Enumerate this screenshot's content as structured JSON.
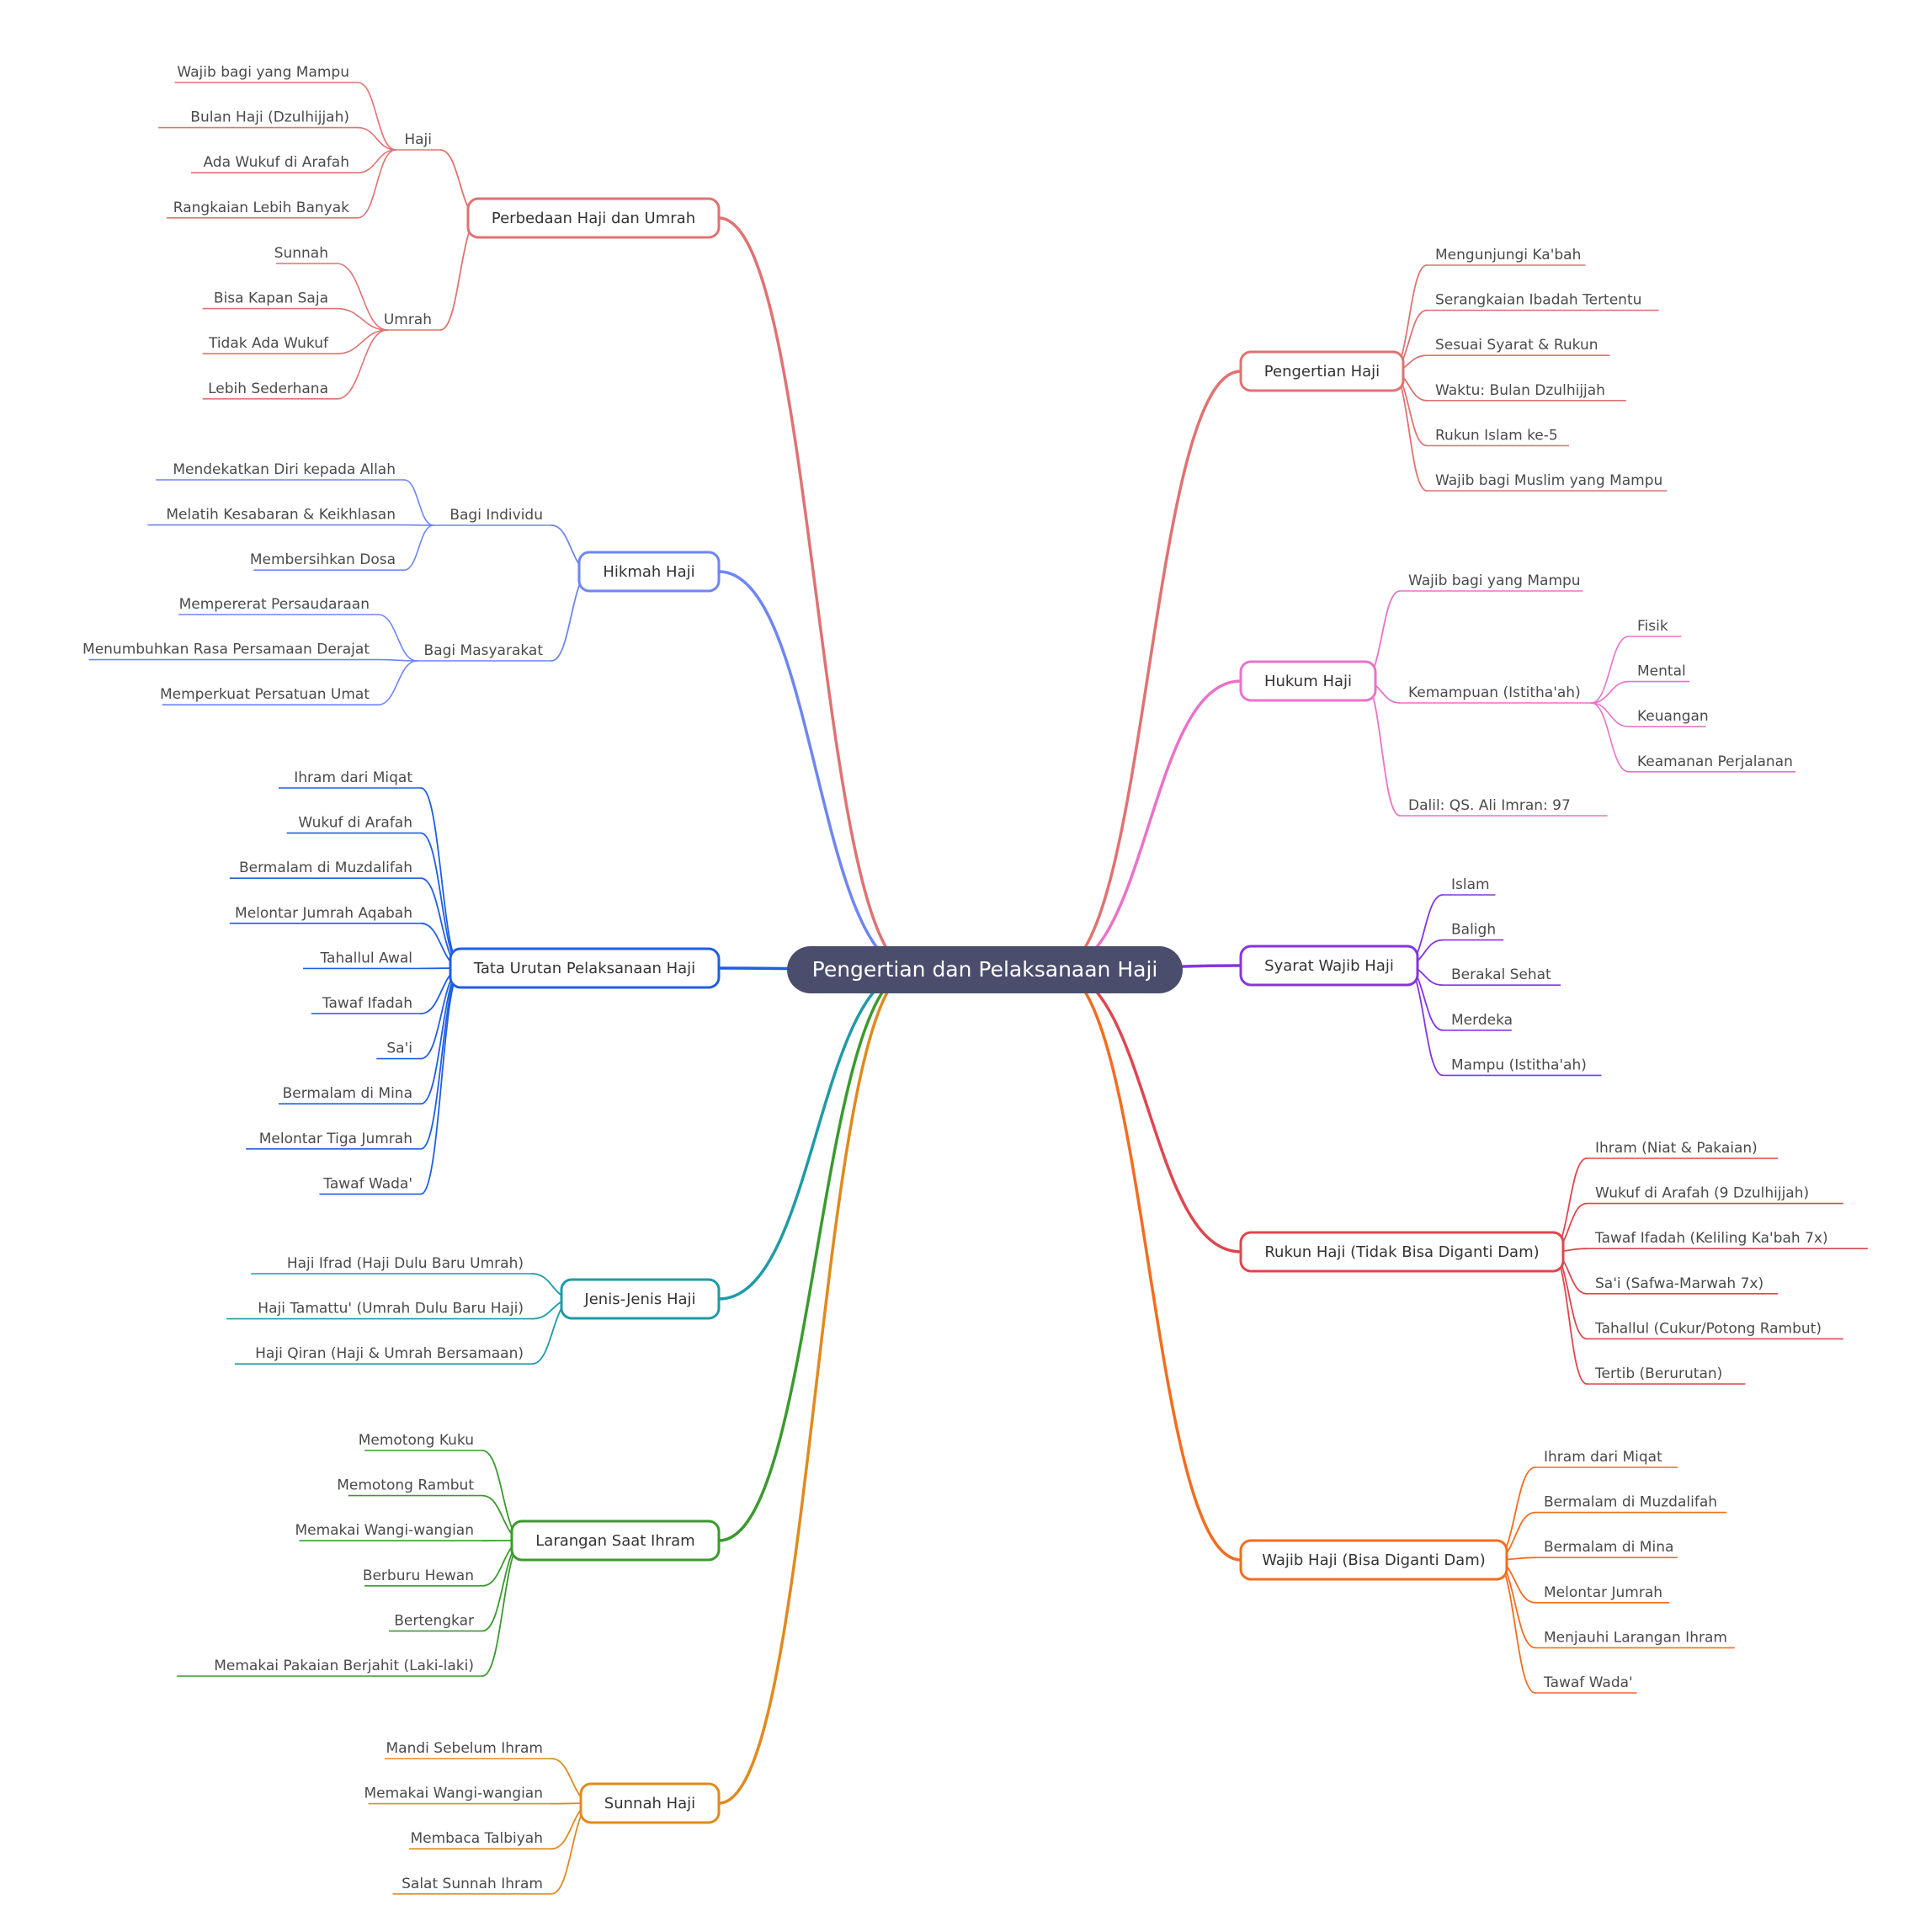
{
  "root": {
    "label": "Pengertian dan Pelaksanaan Haji",
    "color": "#4a4d6b"
  },
  "branches": [
    {
      "label": "Pengertian Haji",
      "color": "#e07272",
      "leaves": [
        "Mengunjungi Ka'bah",
        "Serangkaian Ibadah Tertentu",
        "Sesuai Syarat & Rukun",
        "Waktu: Bulan Dzulhijjah",
        "Rukun Islam ke-5",
        "Wajib bagi Muslim yang Mampu"
      ]
    },
    {
      "label": "Hukum Haji",
      "color": "#ea72c8",
      "leaves": [
        "Wajib bagi yang Mampu",
        {
          "label": "Kemampuan (Istitha'ah)",
          "leaves": [
            "Fisik",
            "Mental",
            "Keuangan",
            "Keamanan Perjalanan"
          ]
        },
        "Dalil: QS. Ali Imran: 97"
      ]
    },
    {
      "label": "Syarat Wajib Haji",
      "color": "#8535e0",
      "leaves": [
        "Islam",
        "Baligh",
        "Berakal Sehat",
        "Merdeka",
        "Mampu (Istitha'ah)"
      ]
    },
    {
      "label": "Rukun Haji (Tidak Bisa Diganti Dam)",
      "color": "#e0454f",
      "leaves": [
        "Ihram (Niat & Pakaian)",
        "Wukuf di Arafah (9 Dzulhijjah)",
        "Tawaf Ifadah (Keliling Ka'bah 7x)",
        "Sa'i (Safwa-Marwah 7x)",
        "Tahallul (Cukur/Potong Rambut)",
        "Tertib (Berurutan)"
      ]
    },
    {
      "label": "Wajib Haji (Bisa Diganti Dam)",
      "color": "#f26d1e",
      "leaves": [
        "Ihram dari Miqat",
        "Bermalam di Muzdalifah",
        "Bermalam di Mina",
        "Melontar Jumrah",
        "Menjauhi Larangan Ihram",
        "Tawaf Wada'"
      ]
    },
    {
      "label": "Perbedaan Haji dan Umrah",
      "color": "#e07272",
      "leaves": [
        {
          "label": "Haji",
          "leaves": [
            "Wajib bagi yang Mampu",
            "Bulan Haji (Dzulhijjah)",
            "Ada Wukuf di Arafah",
            "Rangkaian Lebih Banyak"
          ]
        },
        {
          "label": "Umrah",
          "leaves": [
            "Sunnah",
            "Bisa Kapan Saja",
            "Tidak Ada Wukuf",
            "Lebih Sederhana"
          ]
        }
      ]
    },
    {
      "label": "Hikmah Haji",
      "color": "#6e85f5",
      "leaves": [
        {
          "label": "Bagi Individu",
          "leaves": [
            "Mendekatkan Diri kepada Allah",
            "Melatih Kesabaran & Keikhlasan",
            "Membersihkan Dosa"
          ]
        },
        {
          "label": "Bagi Masyarakat",
          "leaves": [
            "Mempererat Persaudaraan",
            "Menumbuhkan Rasa Persamaan Derajat",
            "Memperkuat Persatuan Umat"
          ]
        }
      ]
    },
    {
      "label": "Tata Urutan Pelaksanaan Haji",
      "color": "#1f5fe0",
      "leaves": [
        "Ihram dari Miqat",
        "Wukuf di Arafah",
        "Bermalam di Muzdalifah",
        "Melontar Jumrah Aqabah",
        "Tahallul Awal",
        "Tawaf Ifadah",
        "Sa'i",
        "Bermalam di Mina",
        "Melontar Tiga Jumrah",
        "Tawaf Wada'"
      ]
    },
    {
      "label": "Jenis-Jenis Haji",
      "color": "#1f9aa8",
      "leaves": [
        "Haji Ifrad (Haji Dulu Baru Umrah)",
        "Haji Tamattu' (Umrah Dulu Baru Haji)",
        "Haji Qiran (Haji & Umrah Bersamaan)"
      ]
    },
    {
      "label": "Larangan Saat Ihram",
      "color": "#3a9a2e",
      "leaves": [
        "Memotong Kuku",
        "Memotong Rambut",
        "Memakai Wangi-wangian",
        "Berburu Hewan",
        "Bertengkar",
        "Memakai Pakaian Berjahit (Laki-laki)"
      ]
    },
    {
      "label": "Sunnah Haji",
      "color": "#e08a1e",
      "leaves": [
        "Mandi Sebelum Ihram",
        "Memakai Wangi-wangian",
        "Membaca Talbiyah",
        "Salat Sunnah Ihram"
      ]
    }
  ]
}
